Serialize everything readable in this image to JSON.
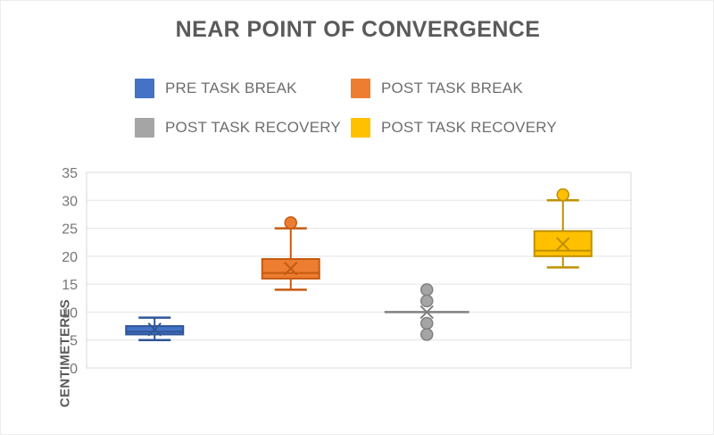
{
  "chart_data": {
    "type": "box",
    "title": "NEAR POINT OF CONVERGENCE",
    "xlabel": "",
    "ylabel": "CENTIMETERES",
    "ylim": [
      0,
      35
    ],
    "ytick_step": 5,
    "yticks": [
      "35",
      "30",
      "25",
      "20",
      "15",
      "10",
      "5",
      "0"
    ],
    "grid": true,
    "legend_position": "top",
    "colors": {
      "blue": "#4472C4",
      "blue_edge": "#2F5597",
      "orange": "#ED7D31",
      "orange_edge": "#C55A11",
      "gray": "#A5A5A5",
      "gray_edge": "#808080",
      "yellow": "#FFC000",
      "yellow_edge": "#BF9000",
      "title_color": "#5A5A5A",
      "label_color": "#767676",
      "gridline": "#E4E4E4"
    },
    "series": [
      {
        "name": "PRE TASK BREAK",
        "color_key": "blue",
        "whisker_low": 5,
        "q1": 6,
        "median": 6.5,
        "mean": 6.9,
        "q3": 7.5,
        "whisker_high": 9,
        "outliers": []
      },
      {
        "name": "POST TASK BREAK",
        "color_key": "orange",
        "whisker_low": 14,
        "q1": 16,
        "median": 17,
        "mean": 17.8,
        "q3": 19.5,
        "whisker_high": 25,
        "outliers": [
          26
        ]
      },
      {
        "name": "POST TASK RECOVERY",
        "color_key": "gray",
        "whisker_low": 10,
        "q1": 10,
        "median": 10,
        "mean": 10,
        "q3": 10,
        "whisker_high": 10,
        "outliers": [
          14,
          12,
          8,
          6
        ]
      },
      {
        "name": "POST TASK RECOVERY",
        "color_key": "yellow",
        "whisker_low": 18,
        "q1": 20,
        "median": 21,
        "mean": 22.2,
        "q3": 24.5,
        "whisker_high": 30,
        "outliers": [
          31
        ]
      }
    ]
  },
  "legend": {
    "items": [
      {
        "label": "PRE TASK BREAK",
        "color_key": "blue"
      },
      {
        "label": "POST TASK BREAK",
        "color_key": "orange"
      },
      {
        "label": "POST TASK RECOVERY",
        "color_key": "gray"
      },
      {
        "label": "POST TASK RECOVERY",
        "color_key": "yellow"
      }
    ]
  }
}
